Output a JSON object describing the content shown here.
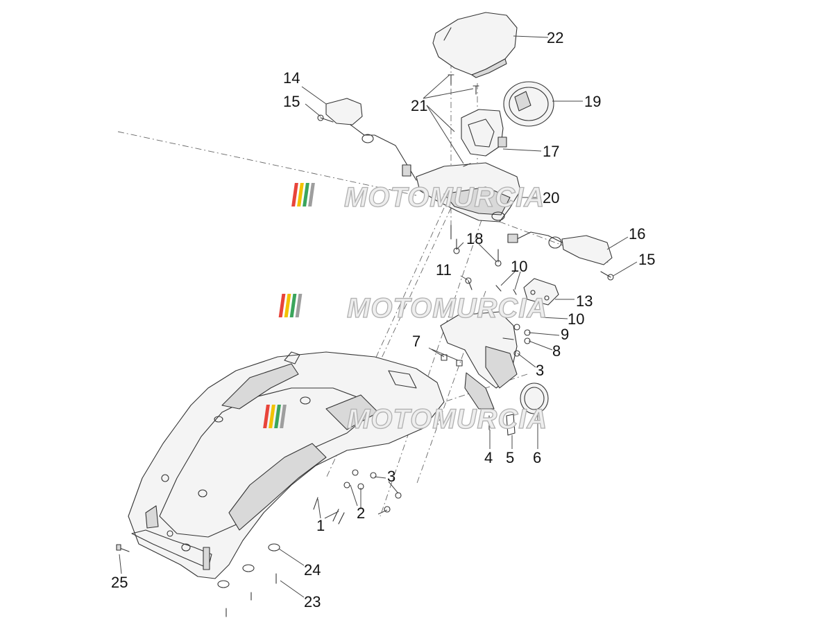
{
  "diagram": {
    "type": "exploded-parts-view",
    "callouts": [
      {
        "id": "c1",
        "label": "1"
      },
      {
        "id": "c2",
        "label": "2"
      },
      {
        "id": "c3a",
        "label": "3"
      },
      {
        "id": "c3b",
        "label": "3"
      },
      {
        "id": "c4",
        "label": "4"
      },
      {
        "id": "c5",
        "label": "5"
      },
      {
        "id": "c6",
        "label": "6"
      },
      {
        "id": "c7",
        "label": "7"
      },
      {
        "id": "c8",
        "label": "8"
      },
      {
        "id": "c9",
        "label": "9"
      },
      {
        "id": "c10a",
        "label": "10"
      },
      {
        "id": "c10b",
        "label": "10"
      },
      {
        "id": "c11",
        "label": "11"
      },
      {
        "id": "c13",
        "label": "13"
      },
      {
        "id": "c14",
        "label": "14"
      },
      {
        "id": "c15a",
        "label": "15"
      },
      {
        "id": "c15b",
        "label": "15"
      },
      {
        "id": "c16",
        "label": "16"
      },
      {
        "id": "c17",
        "label": "17"
      },
      {
        "id": "c18",
        "label": "18"
      },
      {
        "id": "c19",
        "label": "19"
      },
      {
        "id": "c20",
        "label": "20"
      },
      {
        "id": "c21",
        "label": "21"
      },
      {
        "id": "c22",
        "label": "22"
      },
      {
        "id": "c23",
        "label": "23"
      },
      {
        "id": "c24",
        "label": "24"
      },
      {
        "id": "c25",
        "label": "25"
      }
    ]
  },
  "watermark": {
    "text": "MOTOMURCIA",
    "stripe_colors": [
      "#e8443a",
      "#f2c200",
      "#3ba55c",
      "#9e9e9e"
    ]
  }
}
